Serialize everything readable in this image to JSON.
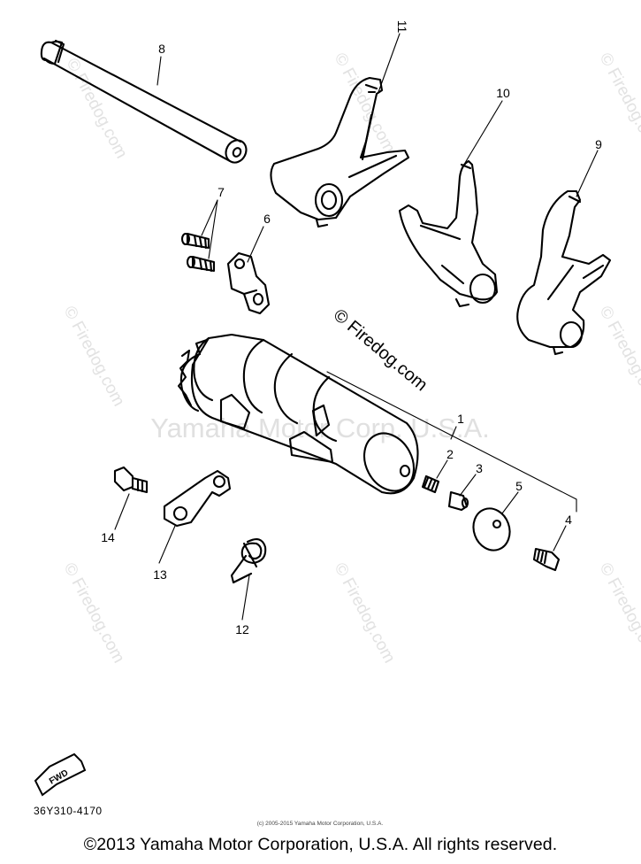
{
  "diagram": {
    "callouts": [
      {
        "id": "c1",
        "label": "1"
      },
      {
        "id": "c2",
        "label": "2"
      },
      {
        "id": "c3",
        "label": "3"
      },
      {
        "id": "c4",
        "label": "4"
      },
      {
        "id": "c5",
        "label": "5"
      },
      {
        "id": "c6",
        "label": "6"
      },
      {
        "id": "c7",
        "label": "7"
      },
      {
        "id": "c8",
        "label": "8"
      },
      {
        "id": "c9",
        "label": "9"
      },
      {
        "id": "c10",
        "label": "10"
      },
      {
        "id": "c11",
        "label": "11"
      },
      {
        "id": "c12",
        "label": "12"
      },
      {
        "id": "c13",
        "label": "13"
      },
      {
        "id": "c14",
        "label": "14"
      }
    ],
    "part_code": "36Y310-4170",
    "fwd_label": "FWD",
    "watermark_center": "© Firedog.com",
    "watermark_small": "© Firedog.com",
    "watermark_band": "Yamaha Motor Corp. U.S.A.",
    "small_copyright": "(c) 2005-2015 Yamaha Motor Corporation, U.S.A.",
    "footer_copyright": "©2013 Yamaha Motor Corporation, U.S.A. All rights reserved."
  }
}
